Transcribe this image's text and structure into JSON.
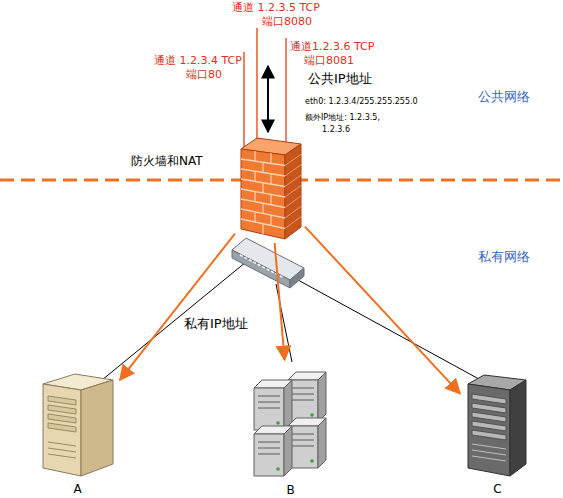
{
  "diagram": {
    "nodes": [
      {
        "text": [
          "防火墙和NAT"
        ]
      },
      {
        "text": [
          "A"
        ]
      },
      {
        "text": [
          "B"
        ]
      },
      {
        "text": [
          "C"
        ]
      }
    ],
    "edges": [
      {
        "from": 0,
        "to": 1,
        "arrow": "to"
      },
      {
        "from": 0,
        "to": 2,
        "arrow": "to"
      },
      {
        "from": 0,
        "to": 3,
        "arrow": "to"
      }
    ],
    "labels": [
      "通道 1.2.3.5 TCP",
      "端口8080",
      "通道 1.2.3.4 TCP",
      "端口80",
      "通道1.2.3.6 TCP",
      "端口8081",
      "公共IP地址",
      "eth0: 1.2.3.4/255.255.255.0",
      "额外IP地址: 1.2.3.5,",
      "1.2.3.6",
      "公共网络",
      "私有网络",
      "私有IP地址"
    ]
  }
}
